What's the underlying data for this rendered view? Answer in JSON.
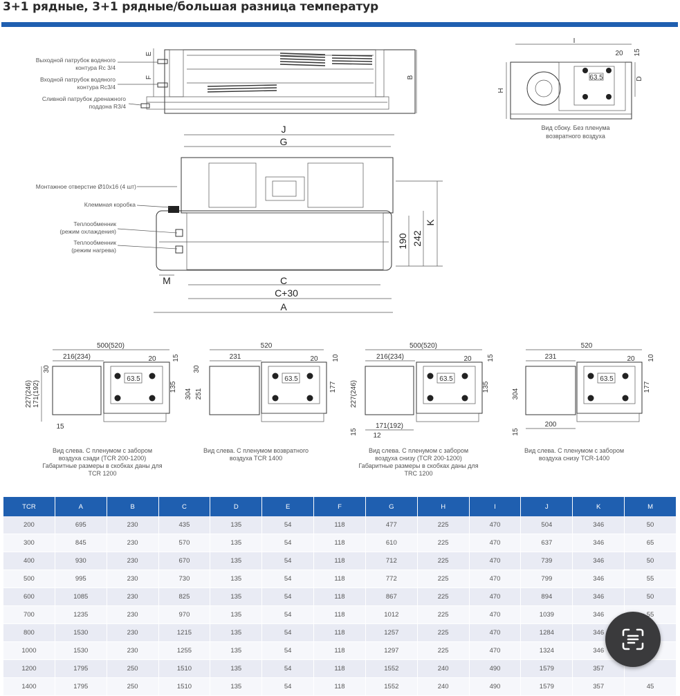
{
  "title": "3+1 рядные, 3+1 рядные/большая разница температур",
  "colors": {
    "accent": "#1f5fb0",
    "row_odd": "#e9ebf4",
    "row_even": "#f6f7fb"
  },
  "top_diagram": {
    "labels": [
      "Выходной патрубок водяного",
      "контура Rc 3/4",
      "Входной патрубок водяного",
      "контура Rc3/4",
      "Сливной патрубок дренажного",
      "поддона R3/4"
    ],
    "dims": {
      "E": "E",
      "F": "F",
      "B": "B"
    }
  },
  "side_diagram": {
    "dims": {
      "I": "I",
      "d20": "20",
      "d15": "15",
      "H": "H",
      "D": "D",
      "d635": "63.5"
    },
    "caption": [
      "Вид сбоку. Без пленума",
      "возвратного воздуха"
    ]
  },
  "plan_diagram": {
    "labels": [
      "Монтажное отверстие Ø10x16 (4 шт)",
      "Клеммная коробка",
      "Теплообменник",
      "(режим охлаждения)",
      "Теплообменник",
      "(режим нагрева)"
    ],
    "dims": {
      "J": "J",
      "G": "G",
      "K": "K",
      "d190": "190",
      "d242": "242",
      "M": "M",
      "C": "C",
      "C30": "C+30",
      "A": "A"
    }
  },
  "views": [
    {
      "dims": [
        "500(520)",
        "216(234)",
        "20",
        "15",
        "30",
        "227(246)",
        "171(192)",
        "135",
        "15",
        "63.5"
      ],
      "caption": [
        "Вид слева. С пленумом с забором",
        "воздуха сзади (TCR 200-1200)",
        "Габаритные размеры в скобках даны для",
        "TCR 1200"
      ]
    },
    {
      "dims": [
        "520",
        "231",
        "20",
        "10",
        "30",
        "304",
        "251",
        "177",
        "63.5"
      ],
      "caption": [
        "Вид слева. С пленумом возвратного",
        "воздуха TCR 1400"
      ]
    },
    {
      "dims": [
        "500(520)",
        "216(234)",
        "20",
        "15",
        "227(246)",
        "135",
        "171(192)",
        "15",
        "12",
        "63.5"
      ],
      "caption": [
        "Вид слева. С пленумом с забором",
        "воздуха снизу (TCR 200-1200)",
        "Габаритные размеры в скобках даны для",
        "TRC 1200"
      ]
    },
    {
      "dims": [
        "520",
        "231",
        "20",
        "10",
        "304",
        "177",
        "200",
        "15",
        "63.5"
      ],
      "caption": [
        "Вид слева. С пленумом с забором",
        "воздуха снизу TCR-1400"
      ]
    }
  ],
  "table": {
    "headers": [
      "TCR",
      "A",
      "B",
      "C",
      "D",
      "E",
      "F",
      "G",
      "H",
      "I",
      "J",
      "K",
      "M"
    ],
    "rows": [
      [
        "200",
        "695",
        "230",
        "435",
        "135",
        "54",
        "118",
        "477",
        "225",
        "470",
        "504",
        "346",
        "50"
      ],
      [
        "300",
        "845",
        "230",
        "570",
        "135",
        "54",
        "118",
        "610",
        "225",
        "470",
        "637",
        "346",
        "65"
      ],
      [
        "400",
        "930",
        "230",
        "670",
        "135",
        "54",
        "118",
        "712",
        "225",
        "470",
        "739",
        "346",
        "50"
      ],
      [
        "500",
        "995",
        "230",
        "730",
        "135",
        "54",
        "118",
        "772",
        "225",
        "470",
        "799",
        "346",
        "55"
      ],
      [
        "600",
        "1085",
        "230",
        "825",
        "135",
        "54",
        "118",
        "867",
        "225",
        "470",
        "894",
        "346",
        "50"
      ],
      [
        "700",
        "1235",
        "230",
        "970",
        "135",
        "54",
        "118",
        "1012",
        "225",
        "470",
        "1039",
        "346",
        "55"
      ],
      [
        "800",
        "1530",
        "230",
        "1215",
        "135",
        "54",
        "118",
        "1257",
        "225",
        "470",
        "1284",
        "346",
        ""
      ],
      [
        "1000",
        "1530",
        "230",
        "1255",
        "135",
        "54",
        "118",
        "1297",
        "225",
        "470",
        "1324",
        "346",
        ""
      ],
      [
        "1200",
        "1795",
        "250",
        "1510",
        "135",
        "54",
        "118",
        "1552",
        "240",
        "490",
        "1579",
        "357",
        ""
      ],
      [
        "1400",
        "1795",
        "250",
        "1510",
        "135",
        "54",
        "118",
        "1552",
        "240",
        "490",
        "1579",
        "357",
        "45"
      ]
    ]
  },
  "overlay": {
    "icon": "text-scan-icon"
  }
}
